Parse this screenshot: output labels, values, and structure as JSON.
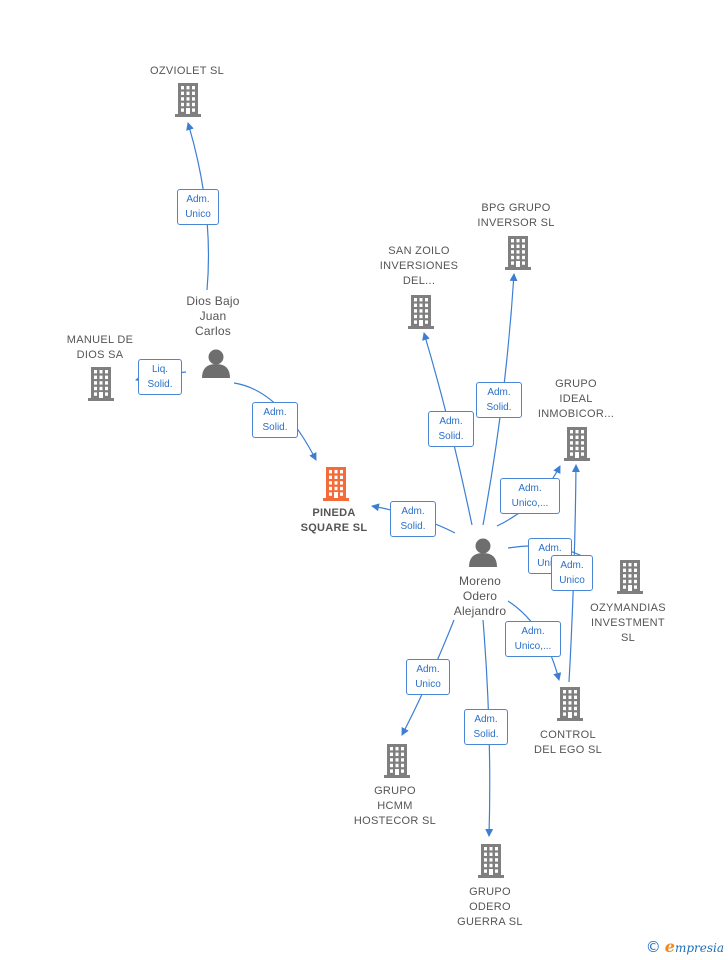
{
  "nodes": [
    {
      "id": "ozviolet",
      "type": "company",
      "lines": [
        "OZVIOLET  SL"
      ]
    },
    {
      "id": "bpg",
      "type": "company",
      "lines": [
        "BPG GRUPO",
        "INVERSOR  SL"
      ]
    },
    {
      "id": "sanzoilo",
      "type": "company",
      "lines": [
        "SAN ZOILO",
        "INVERSIONES",
        "DEL..."
      ]
    },
    {
      "id": "manuel",
      "type": "company",
      "lines": [
        "MANUEL DE",
        "DIOS SA"
      ]
    },
    {
      "id": "grupoideal",
      "type": "company",
      "lines": [
        "GRUPO",
        "IDEAL",
        "INMOBICOR..."
      ]
    },
    {
      "id": "pineda",
      "type": "company",
      "highlight": true,
      "lines": [
        "PINEDA",
        "SQUARE  SL"
      ]
    },
    {
      "id": "ozymandias",
      "type": "company",
      "lines": [
        "OZYMANDIAS",
        "INVESTMENT",
        "SL"
      ]
    },
    {
      "id": "control",
      "type": "company",
      "lines": [
        "CONTROL",
        "DEL EGO  SL"
      ]
    },
    {
      "id": "hcmm",
      "type": "company",
      "lines": [
        "GRUPO",
        "HCMM",
        "HOSTECOR  SL"
      ]
    },
    {
      "id": "odero",
      "type": "company",
      "lines": [
        "GRUPO",
        "ODERO",
        "GUERRA  SL"
      ]
    },
    {
      "id": "diosbajo",
      "type": "person",
      "lines": [
        "Dios Bajo",
        "Juan",
        "Carlos"
      ]
    },
    {
      "id": "moreno",
      "type": "person",
      "lines": [
        "Moreno",
        "Odero",
        "Alejandro"
      ]
    }
  ],
  "edges": [
    {
      "from": "diosbajo",
      "to": "ozviolet",
      "lines": [
        "Adm.",
        "Unico"
      ]
    },
    {
      "from": "diosbajo",
      "to": "manuel",
      "lines": [
        "Liq.",
        "Solid."
      ]
    },
    {
      "from": "diosbajo",
      "to": "pineda",
      "lines": [
        "Adm.",
        "Solid."
      ]
    },
    {
      "from": "moreno",
      "to": "pineda",
      "lines": [
        "Adm.",
        "Solid."
      ]
    },
    {
      "from": "moreno",
      "to": "sanzoilo",
      "lines": [
        "Adm.",
        "Solid."
      ]
    },
    {
      "from": "moreno",
      "to": "bpg",
      "lines": [
        "Adm.",
        "Solid."
      ]
    },
    {
      "from": "moreno",
      "to": "grupoideal",
      "lines": [
        "Adm.",
        "Unico,..."
      ]
    },
    {
      "from": "moreno",
      "to": "ozymandias",
      "lines": [
        "Adm.",
        "Unico"
      ]
    },
    {
      "from": "control",
      "to": "grupoideal",
      "lines": [
        "Adm.",
        "Unico"
      ]
    },
    {
      "from": "moreno",
      "to": "control",
      "lines": [
        "Adm.",
        "Unico,..."
      ]
    },
    {
      "from": "moreno",
      "to": "hcmm",
      "lines": [
        "Adm.",
        "Unico"
      ]
    },
    {
      "from": "moreno",
      "to": "odero",
      "lines": [
        "Adm.",
        "Solid."
      ]
    }
  ],
  "colors": {
    "company": "#7f7f7f",
    "highlight": "#f26b38",
    "person": "#6e6e6e",
    "edge": "#3b7fd4"
  },
  "brand": {
    "symbol": "©",
    "initial": "e",
    "name": "mpresia"
  }
}
